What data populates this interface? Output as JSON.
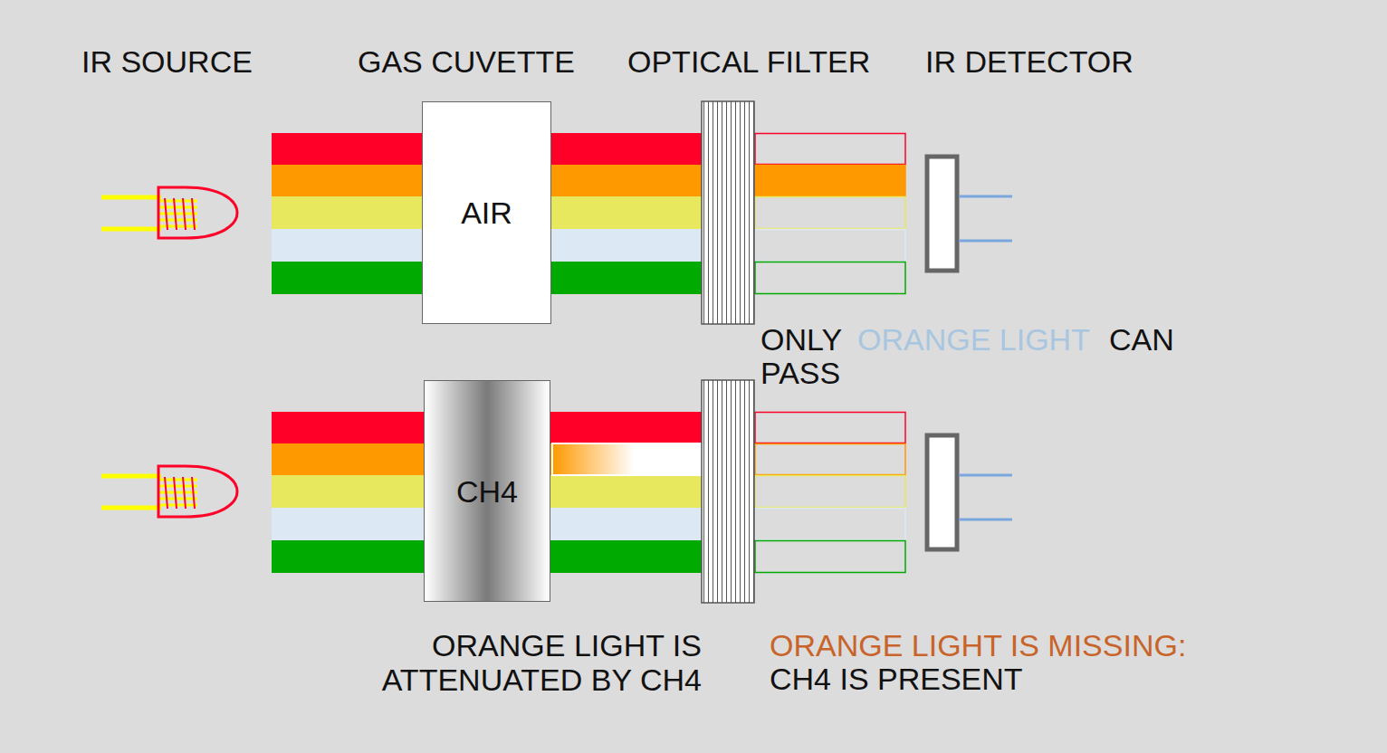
{
  "diagram": {
    "nodes": [
      {
        "text": [
          "AIR"
        ]
      },
      {
        "text": [
          "CH4"
        ]
      }
    ],
    "labels": [
      "IR SOURCE",
      "GAS CUVETTE",
      "OPTICAL FILTER",
      "IR DETECTOR",
      "ONLY",
      "ORANGE LIGHT",
      "CAN",
      "PASS",
      "ORANGE LIGHT IS ATTENUATED BY CH4",
      "ORANGE LIGHT IS MISSING:",
      "CH4 IS PRESENT"
    ]
  }
}
